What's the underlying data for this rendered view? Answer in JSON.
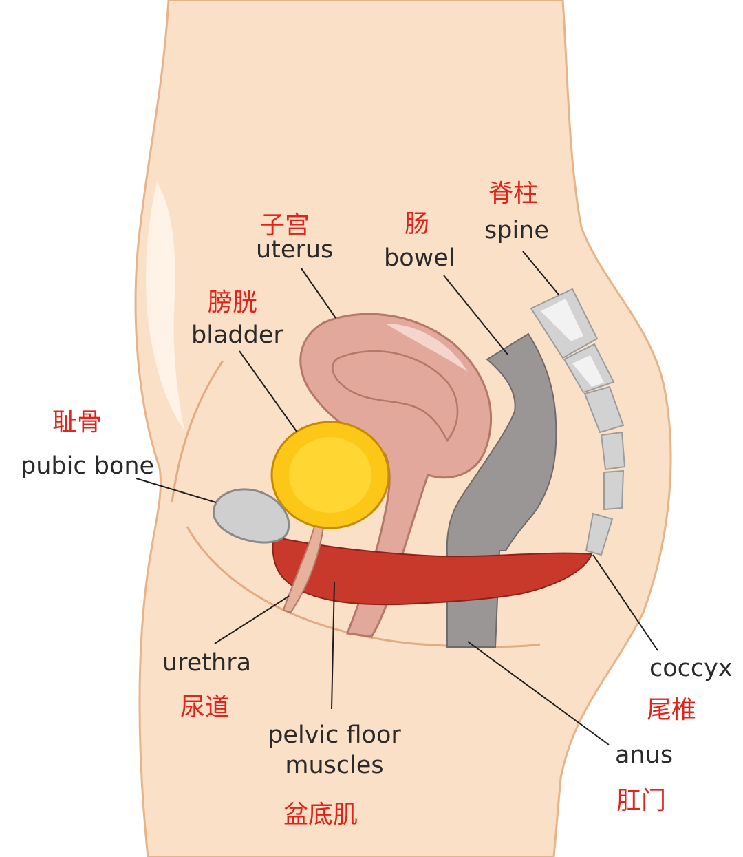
{
  "labels": {
    "spine_zh": "脊柱",
    "spine_en": "spine",
    "uterus_zh": "子宫",
    "uterus_en": "uterus",
    "bowel_zh": "肠",
    "bowel_en": "bowel",
    "bladder_zh": "膀胱",
    "bladder_en": "bladder",
    "pubic_zh": "耻骨",
    "pubic_en": "pubic bone",
    "urethra_en": "urethra",
    "urethra_zh": "尿道",
    "pelvic_en_1": "pelvic floor",
    "pelvic_en_2": "muscles",
    "pelvic_zh": "盆底肌",
    "coccyx_en": "coccyx",
    "coccyx_zh": "尾椎",
    "anus_en": "anus",
    "anus_zh": "肛门"
  },
  "colors": {
    "skin": "#fbe0c8",
    "skin_outline": "#e7b48a",
    "bladder": "#fdc717",
    "uterus": "#e2a89c",
    "bowel": "#9b9696",
    "bone": "#cfcfcf",
    "muscle": "#c8392c",
    "label_en": "#2a2a2a",
    "label_zh": "#e0241b"
  }
}
